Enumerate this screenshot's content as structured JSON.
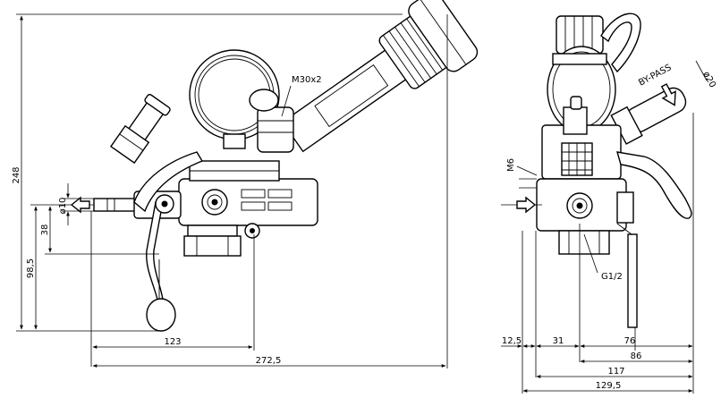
{
  "front_view": {
    "dims": {
      "overall_height": "248",
      "inlet_diameter": "ø10",
      "inlet_height": "38",
      "lower_height": "98,5",
      "pressure_thread": "M30x2",
      "width_inner": "123",
      "width_overall": "272,5"
    }
  },
  "side_view": {
    "labels": {
      "bypass": "BY-PASS",
      "bypass_diameter": "ø20",
      "mount_thread": "M6",
      "outlet_thread": "G1/2"
    },
    "dims": {
      "d1": "12,5",
      "d2": "31",
      "d3": "76",
      "d4": "86",
      "d5": "117",
      "d6": "129,5"
    }
  },
  "colors": {
    "ink": "#000000",
    "paper": "#ffffff",
    "shade": "#d9d9d9"
  }
}
